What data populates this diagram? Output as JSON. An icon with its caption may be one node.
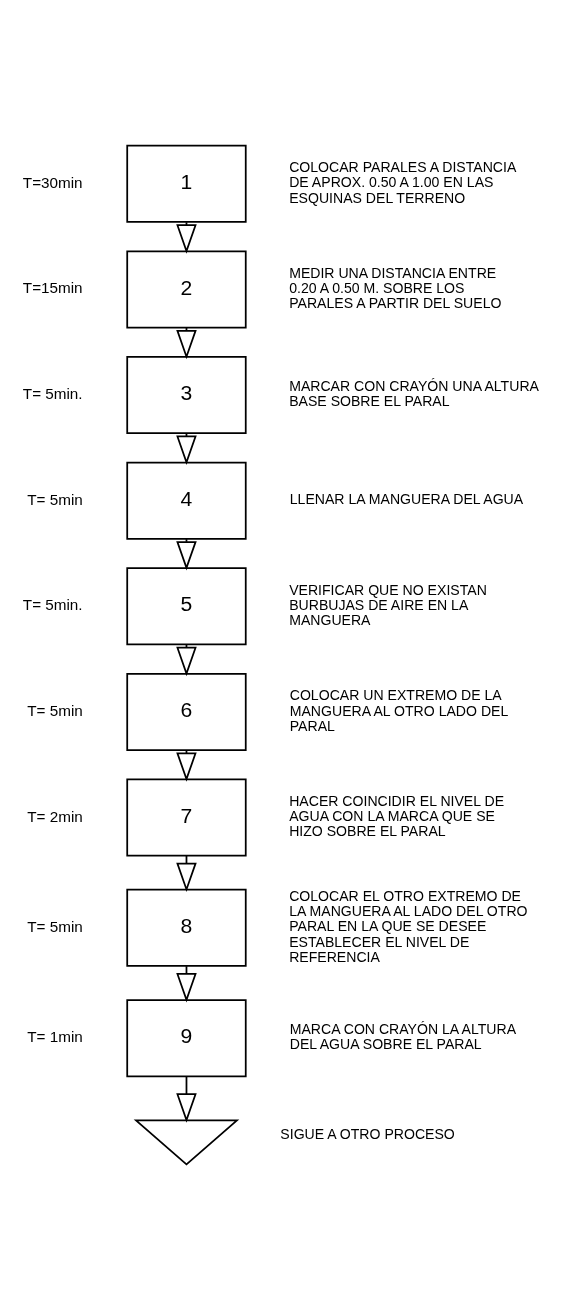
{
  "diagram": {
    "nodes": [
      {
        "text": [
          "1"
        ],
        "beside": [
          "T=30min",
          "COLOCAR PARALES A DISTANCIA DE APROX. 0.50 A 1.00 EN LAS ESQUINAS DEL TERRENO"
        ]
      },
      {
        "text": [
          "2"
        ],
        "beside": [
          "T=15min",
          "MEDIR UNA DISTANCIA ENTRE 0.20 A 0.50 M. SOBRE LOS PARALES A PARTIR DEL SUELO"
        ]
      },
      {
        "text": [
          "3"
        ],
        "beside": [
          "T= 5min.",
          "MARCAR CON CRAYÓN UNA ALTURA BASE SOBRE EL PARAL"
        ]
      },
      {
        "text": [
          "4"
        ],
        "beside": [
          "T= 5min",
          "LLENAR LA MANGUERA DEL AGUA"
        ]
      },
      {
        "text": [
          "5"
        ],
        "beside": [
          "T= 5min.",
          "VERIFICAR QUE NO EXISTAN BURBUJAS DE AIRE EN LA MANGUERA"
        ]
      },
      {
        "text": [
          "6"
        ],
        "beside": [
          "T= 5min",
          "COLOCAR UN EXTREMO DE LA MANGUERA AL OTRO LADO DEL PARAL"
        ]
      },
      {
        "text": [
          "7"
        ],
        "beside": [
          "T= 2min",
          "HACER COINCIDIR EL NIVEL DE AGUA CON LA MARCA QUE SE HIZO SOBRE EL PARAL"
        ]
      },
      {
        "text": [
          "8"
        ],
        "beside": [
          "T= 5min",
          "COLOCAR EL OTRO EXTREMO DE LA MANGUERA AL LADO DEL OTRO PARAL EN LA QUE SE DESEE ESTABLECER EL NIVEL DE REFERENCIA"
        ]
      },
      {
        "text": [
          "9"
        ],
        "beside": [
          "T= 1min",
          "MARCA CON CRAYÓN LA ALTURA DEL AGUA SOBRE EL PARAL"
        ]
      },
      {
        "text": [],
        "shape": "arrow",
        "beside": [
          "SIGUE A OTRO PROCESO"
        ]
      }
    ],
    "edges": [
      {
        "from": 0,
        "to": 1,
        "arrow": "to"
      },
      {
        "from": 1,
        "to": 2,
        "arrow": "to"
      },
      {
        "from": 2,
        "to": 3,
        "arrow": "to"
      },
      {
        "from": 3,
        "to": 4,
        "arrow": "to"
      },
      {
        "from": 4,
        "to": 5,
        "arrow": "to"
      },
      {
        "from": 5,
        "to": 6,
        "arrow": "to"
      },
      {
        "from": 6,
        "to": 7,
        "arrow": "to"
      },
      {
        "from": 7,
        "to": 8,
        "arrow": "to"
      },
      {
        "from": 8,
        "to": 9,
        "arrow": "to"
      }
    ]
  }
}
